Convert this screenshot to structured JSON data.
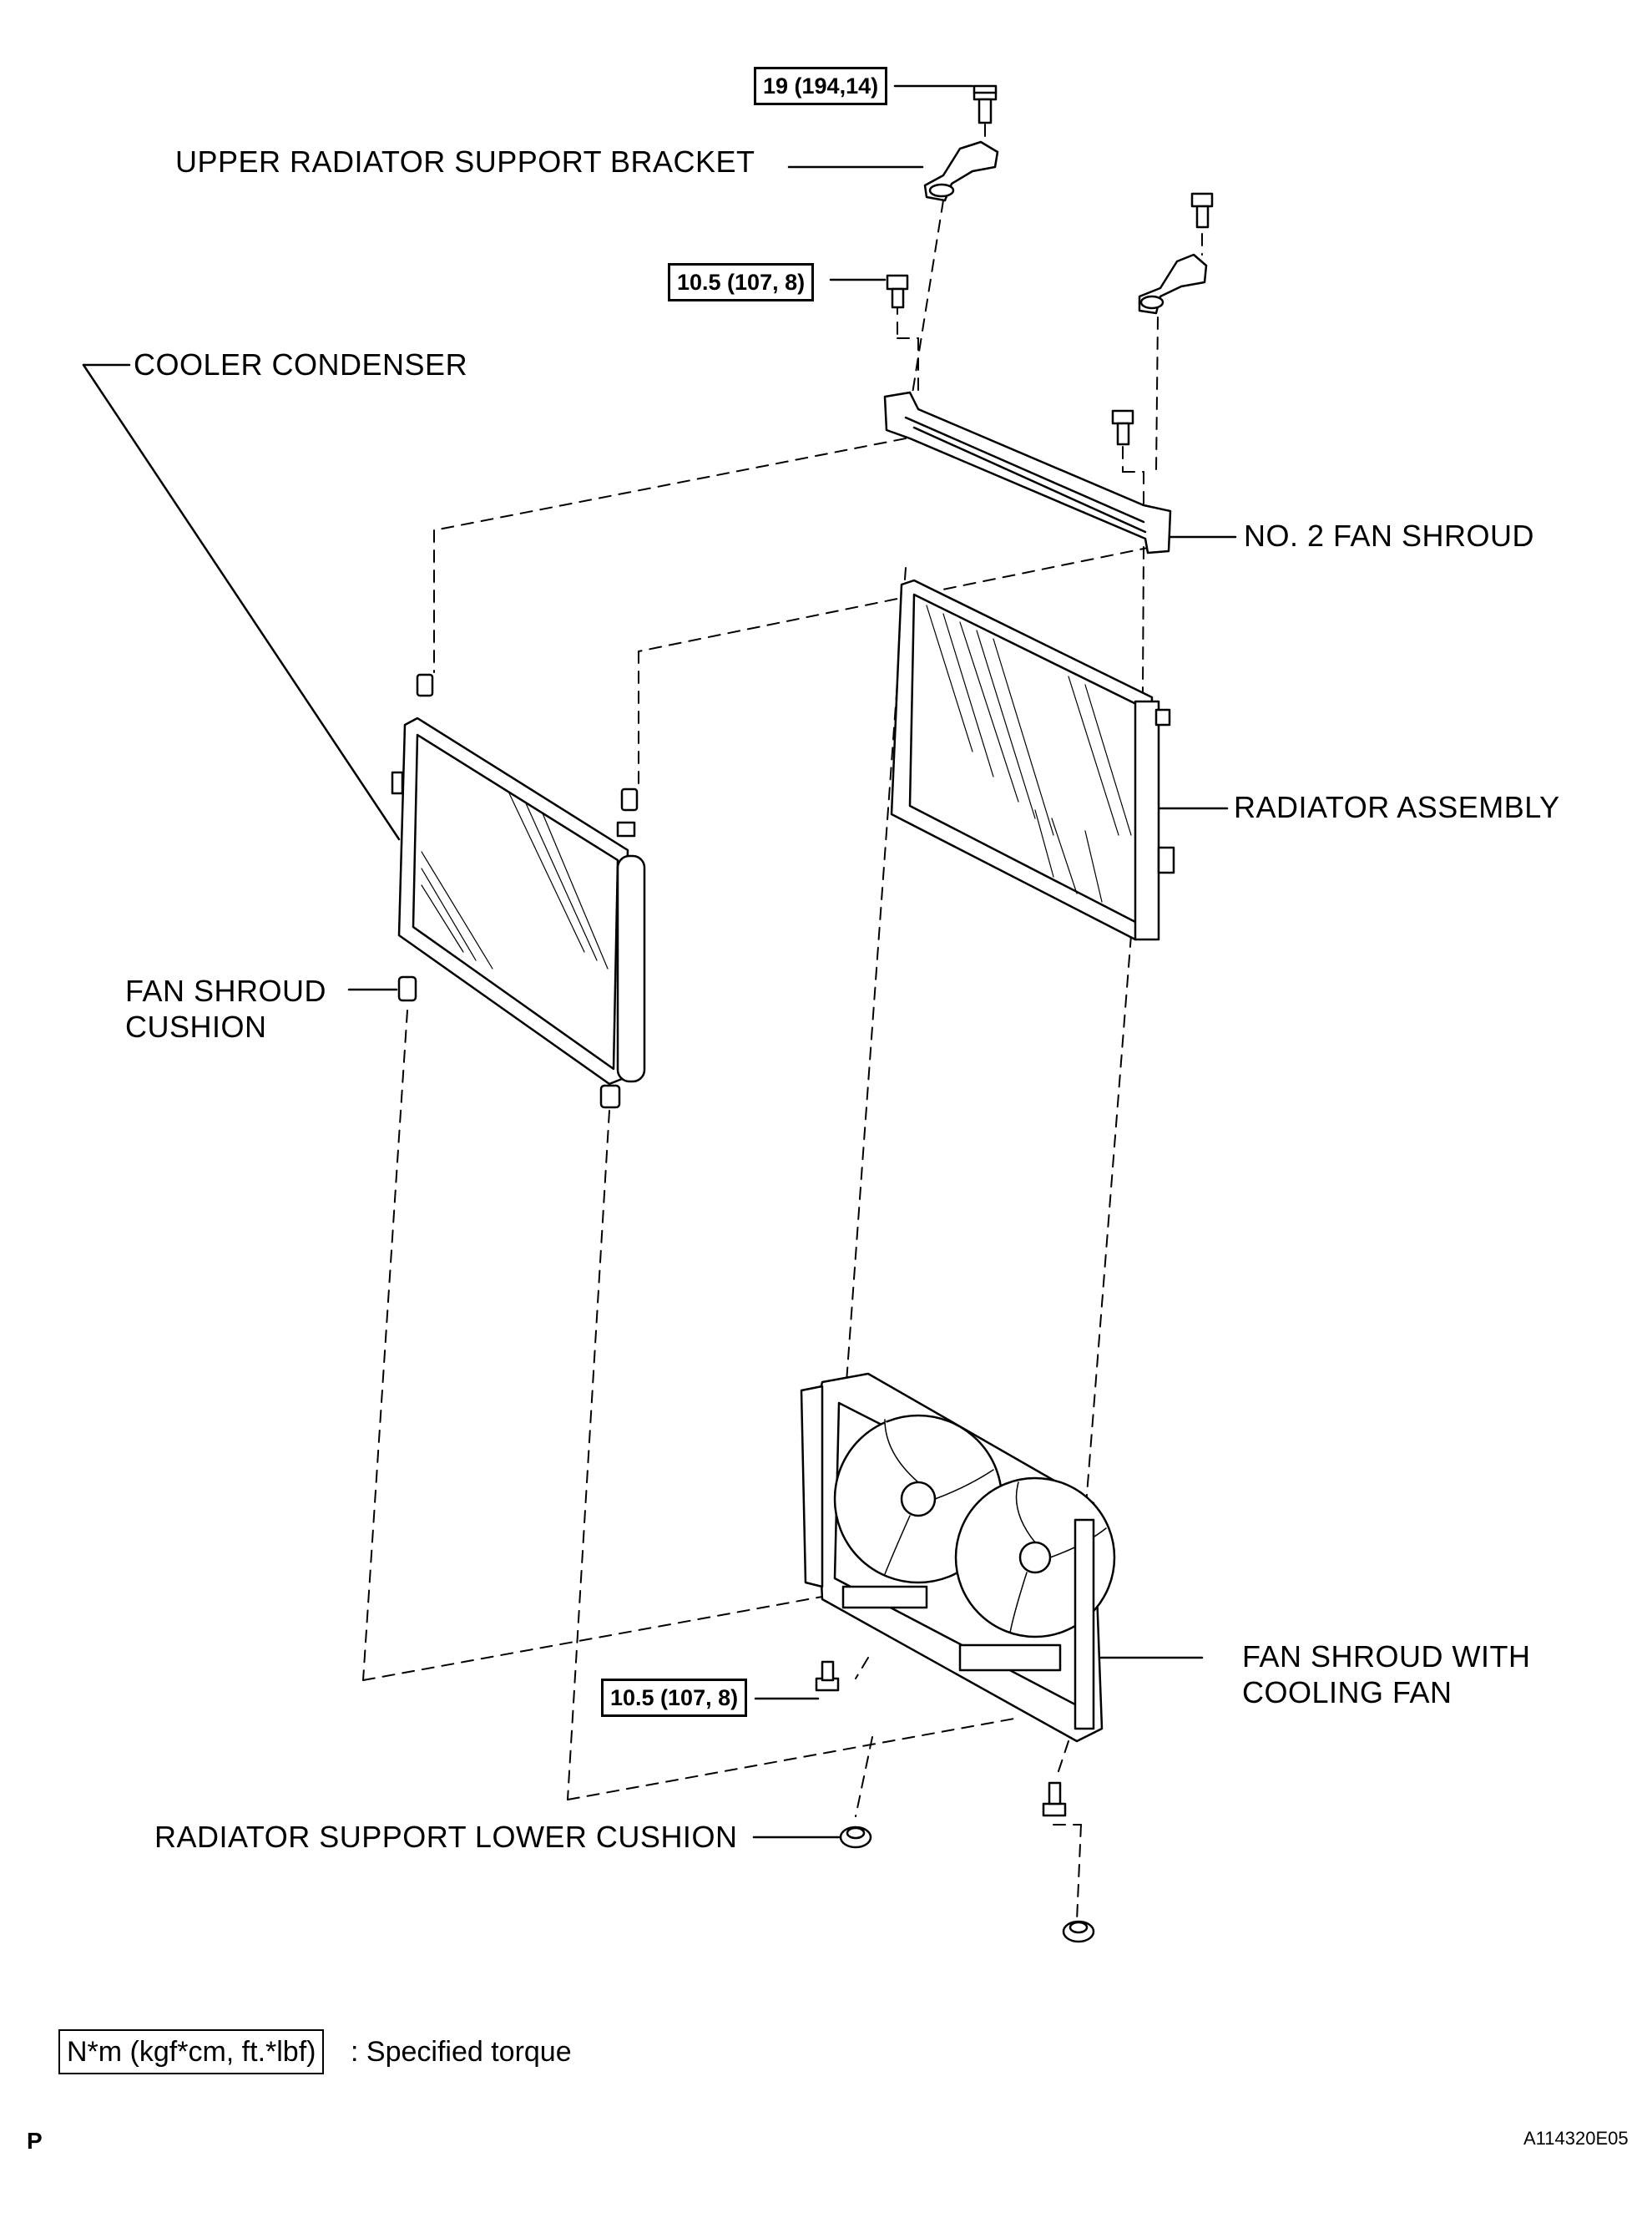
{
  "labels": {
    "upper_bracket": "UPPER RADIATOR SUPPORT BRACKET",
    "cooler_condenser": "COOLER CONDENSER",
    "no2_fan_shroud": "NO. 2 FAN SHROUD",
    "radiator_assembly": "RADIATOR ASSEMBLY",
    "fan_shroud_cushion_1": "FAN SHROUD",
    "fan_shroud_cushion_2": "CUSHION",
    "fan_shroud_cooling_1": "FAN SHROUD WITH",
    "fan_shroud_cooling_2": "COOLING FAN",
    "lower_cushion": "RADIATOR SUPPORT LOWER CUSHION"
  },
  "torques": {
    "upper_bracket_bolt": "19 (194,14)",
    "upper_shroud_bolt": "10.5 (107, 8)",
    "lower_fan_bolt": "10.5 (107, 8)"
  },
  "legend": {
    "box": "N*m (kgf*cm, ft.*lbf)",
    "text": ": Specified torque"
  },
  "corner": {
    "left": "P",
    "right": "A114320E05"
  }
}
